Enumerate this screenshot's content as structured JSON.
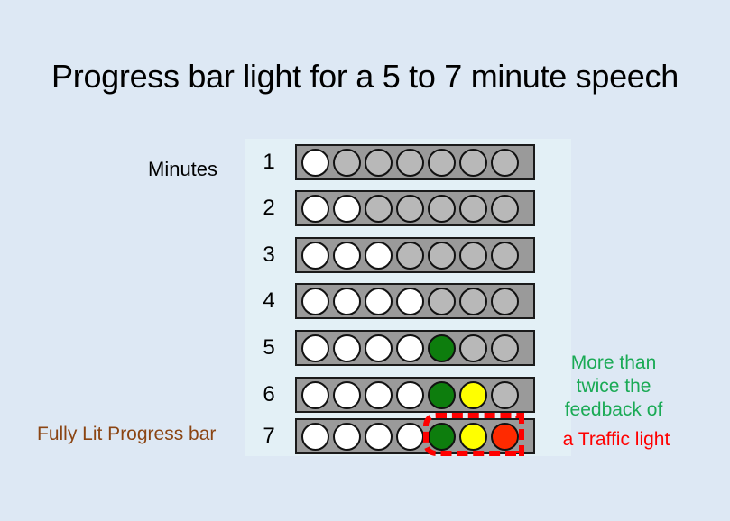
{
  "title": "Progress bar light for a 5 to 7 minute speech",
  "minutes_label": "Minutes",
  "rows": [
    {
      "minute": "1",
      "lights": [
        "white",
        "gray",
        "gray",
        "gray",
        "gray",
        "gray",
        "gray"
      ]
    },
    {
      "minute": "2",
      "lights": [
        "white",
        "white",
        "gray",
        "gray",
        "gray",
        "gray",
        "gray"
      ]
    },
    {
      "minute": "3",
      "lights": [
        "white",
        "white",
        "white",
        "gray",
        "gray",
        "gray",
        "gray"
      ]
    },
    {
      "minute": "4",
      "lights": [
        "white",
        "white",
        "white",
        "white",
        "gray",
        "gray",
        "gray"
      ]
    },
    {
      "minute": "5",
      "lights": [
        "white",
        "white",
        "white",
        "white",
        "green",
        "gray",
        "gray"
      ]
    },
    {
      "minute": "6",
      "lights": [
        "white",
        "white",
        "white",
        "white",
        "green",
        "yellow",
        "gray"
      ]
    },
    {
      "minute": "7",
      "lights": [
        "white",
        "white",
        "white",
        "white",
        "green",
        "yellow",
        "red"
      ]
    }
  ],
  "annotations": {
    "fully_lit": "Fully Lit Progress bar",
    "feedback_line1": "More than",
    "feedback_line2": "twice the",
    "feedback_line3": "feedback of",
    "traffic_light": "a Traffic light"
  },
  "colors": {
    "background": "#dde8f4",
    "panel": "#e3f0f6",
    "bar": "#9a9a9a",
    "off": "#b8b8b8",
    "white": "#ffffff",
    "green": "#0d7d0d",
    "yellow": "#ffff00",
    "red": "#ff2a00",
    "feedback_text": "#1aaa55",
    "traffic_text": "#ff0000",
    "fully_lit_text": "#8b4513",
    "highlight_dash": "#ff0000"
  }
}
